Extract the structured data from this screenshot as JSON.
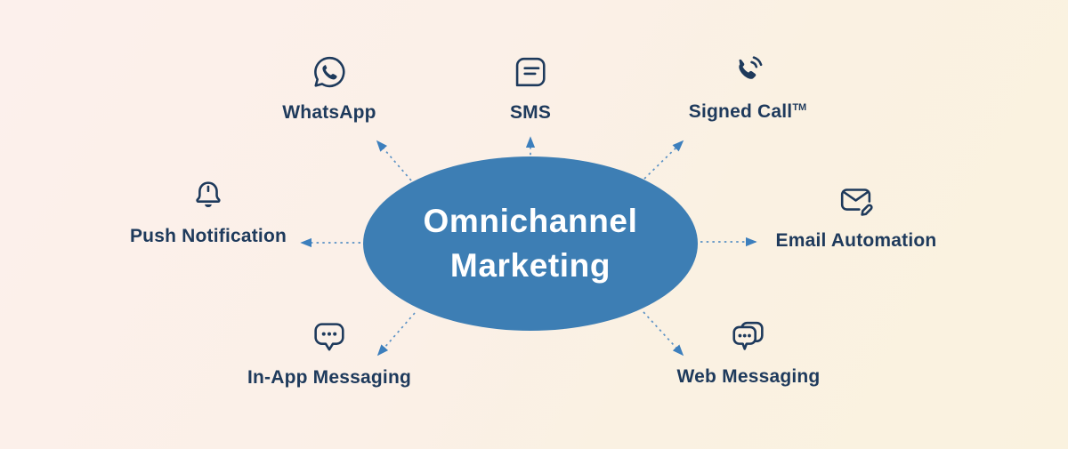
{
  "title": "Omnichannel Marketing",
  "center": {
    "line1": "Omnichannel",
    "line2": "Marketing"
  },
  "channels": [
    {
      "id": "whatsapp",
      "label": "WhatsApp",
      "icon": "whatsapp-icon"
    },
    {
      "id": "sms",
      "label": "SMS",
      "icon": "sms-bubble-icon"
    },
    {
      "id": "signed-call",
      "label": "Signed Call",
      "suffix": "TM",
      "icon": "phone-call-waves-icon"
    },
    {
      "id": "push-notification",
      "label": "Push Notification",
      "icon": "bell-icon"
    },
    {
      "id": "email-automation",
      "label": "Email Automation",
      "icon": "email-pencil-icon"
    },
    {
      "id": "in-app-messaging",
      "label": "In-App Messaging",
      "icon": "chat-bubble-dots-icon"
    },
    {
      "id": "web-messaging",
      "label": "Web Messaging",
      "icon": "double-chat-bubble-icon"
    }
  ],
  "colors": {
    "background_start": "#fcf0ec",
    "background_end": "#faf2df",
    "ellipse_fill": "#3d7eb4",
    "icon_stroke": "#1e3a5c",
    "label_text": "#1e3a5c",
    "center_text": "#ffffff",
    "arrow": "#4a89c2"
  }
}
